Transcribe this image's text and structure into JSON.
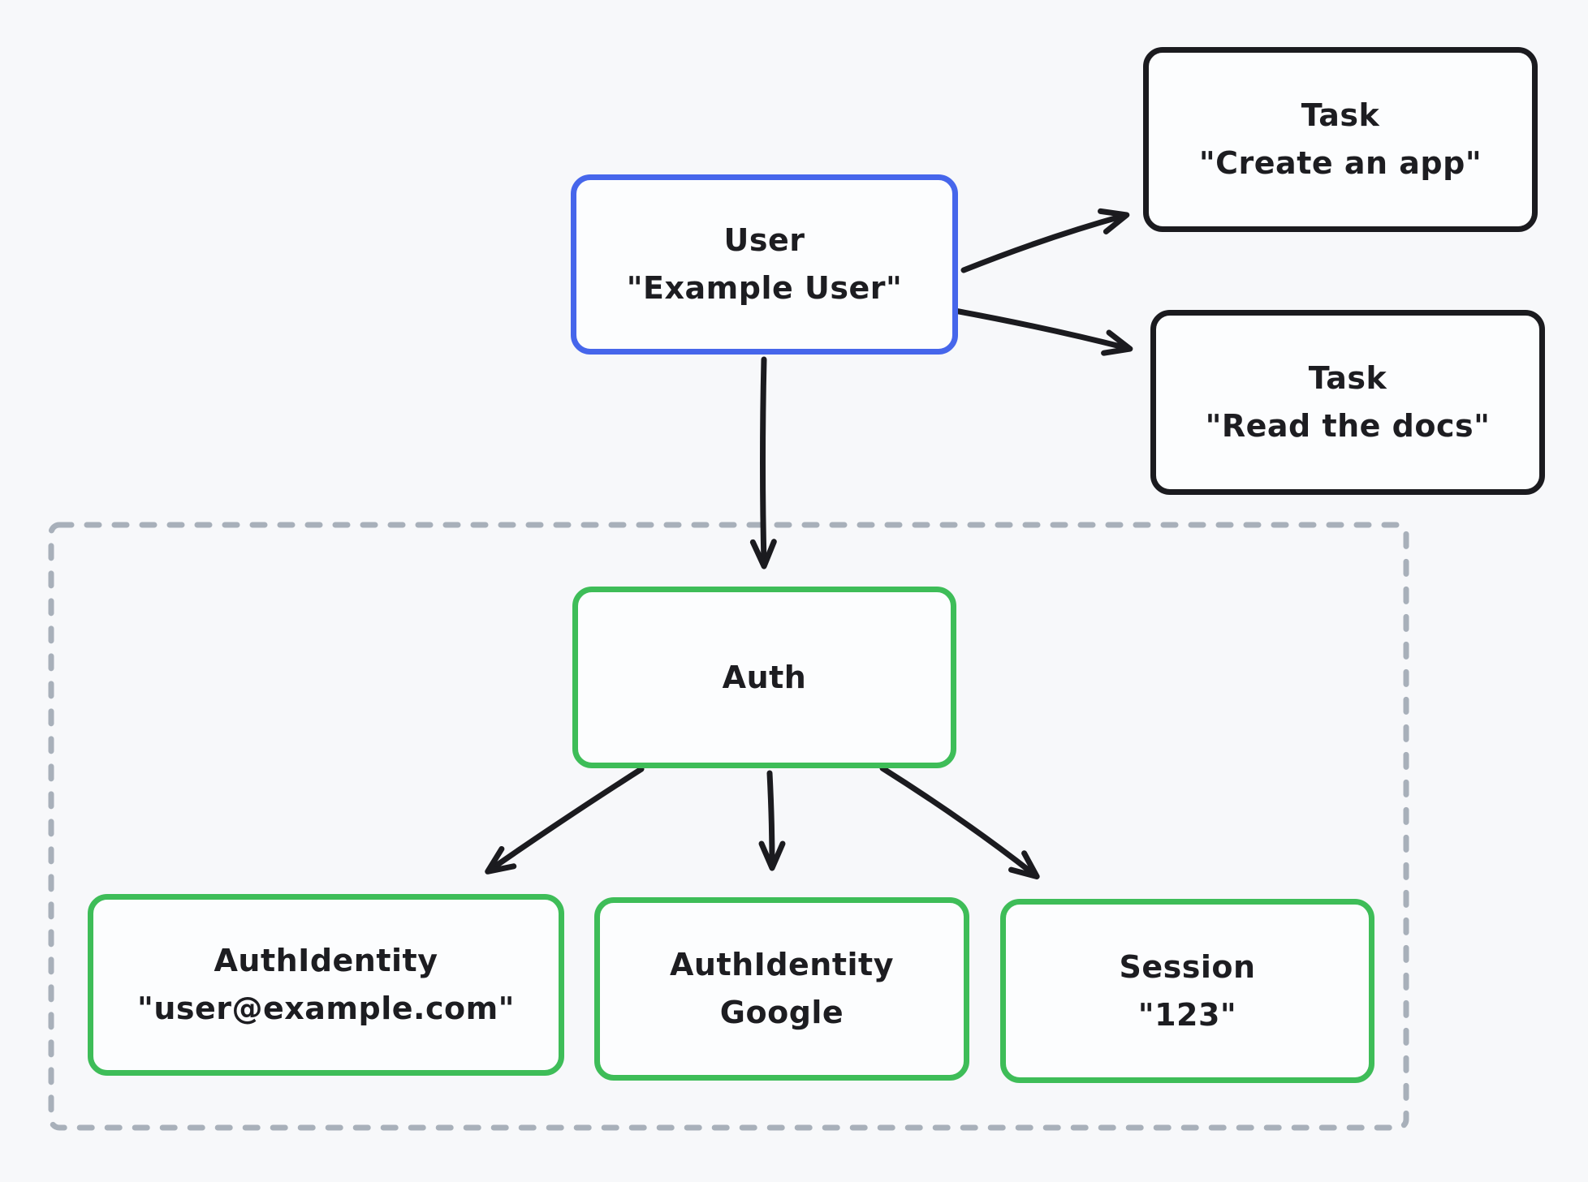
{
  "diagram": {
    "background_color": "#f7f8fa",
    "colors": {
      "user_accent": "#4666eb",
      "task_accent": "#1b1b1f",
      "auth_accent": "#3ebd58",
      "group_border": "#a8b0ba",
      "text": "#1d1d21"
    },
    "nodes": {
      "user": {
        "type": "User",
        "value": "\"Example User\""
      },
      "task_create": {
        "type": "Task",
        "value": "\"Create an app\""
      },
      "task_read": {
        "type": "Task",
        "value": "\"Read the docs\""
      },
      "auth": {
        "type": "Auth",
        "value": ""
      },
      "idp_email": {
        "type": "AuthIdentity",
        "value": "\"user@example.com\""
      },
      "idp_google": {
        "type": "AuthIdentity",
        "value": "Google"
      },
      "session": {
        "type": "Session",
        "value": "\"123\""
      }
    },
    "edges": [
      {
        "from": "user",
        "to": "task_create"
      },
      {
        "from": "user",
        "to": "task_read"
      },
      {
        "from": "user",
        "to": "auth"
      },
      {
        "from": "auth",
        "to": "idp_email"
      },
      {
        "from": "auth",
        "to": "idp_google"
      },
      {
        "from": "auth",
        "to": "session"
      }
    ]
  }
}
